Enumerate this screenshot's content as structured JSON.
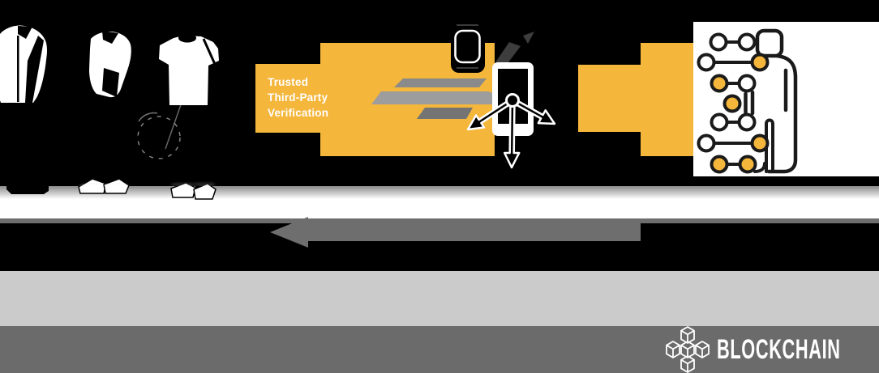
{
  "verification_box": {
    "line1": "Trusted",
    "line2": "Third-Party",
    "line3": "Verification"
  },
  "footer": {
    "brand": "BLOCKCHAIN"
  },
  "colors": {
    "accent_yellow": "#F4B63B",
    "panel_black": "#000000",
    "return_arrow_gray": "#6E6E6E",
    "band_light_gray": "#CBCBCB",
    "band_footer_gray": "#6B6B6B",
    "speed_line_gray": "#8A8A8A",
    "icon_outline": "#1A1A1A",
    "white": "#FFFFFF"
  },
  "icons": {
    "people": "people-silhouettes",
    "smartwatch": "smartwatch-icon",
    "motion_swoosh": "motion-swoosh-icon",
    "speed_lines": "speed-lines-icon",
    "smartphone": "smartphone-icon",
    "broadcast_arrows": "broadcast-arrows-icon",
    "digital_identity": "digital-identity-icon",
    "return_arrow": "return-arrow-icon",
    "blockchain_cubes": "blockchain-cubes-icon"
  }
}
